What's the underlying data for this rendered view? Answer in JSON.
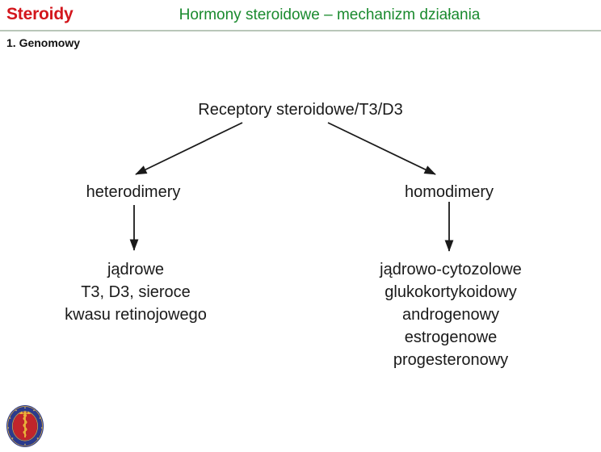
{
  "header": {
    "left_title": "Steroidy",
    "center_title": "Hormony steroidowe – mechanizm działania",
    "left_title_color": "#d3161c",
    "center_title_color": "#1a8a2e",
    "rule_color": "#b9c7b9"
  },
  "subtitle": "1. Genomowy",
  "diagram": {
    "root": "Receptory steroidowe/T3/D3",
    "branches": [
      {
        "name": "heterodimery",
        "items": [
          "jądrowe",
          "T3, D3, sieroce",
          "kwasu retinojowego"
        ]
      },
      {
        "name": "homodimery",
        "items": [
          "jądrowo-cytozolowe",
          "glukokortykoidowy",
          "androgenowy",
          "estrogenowe",
          "progesteronowy"
        ]
      }
    ],
    "arrow_color": "#1a1a1a"
  },
  "footer": {
    "logo_name": "university-medical-emblem",
    "logo_ring_color": "#2b3b8c",
    "logo_center_color": "#c0252b",
    "logo_emblem_color": "#e8b23a"
  }
}
